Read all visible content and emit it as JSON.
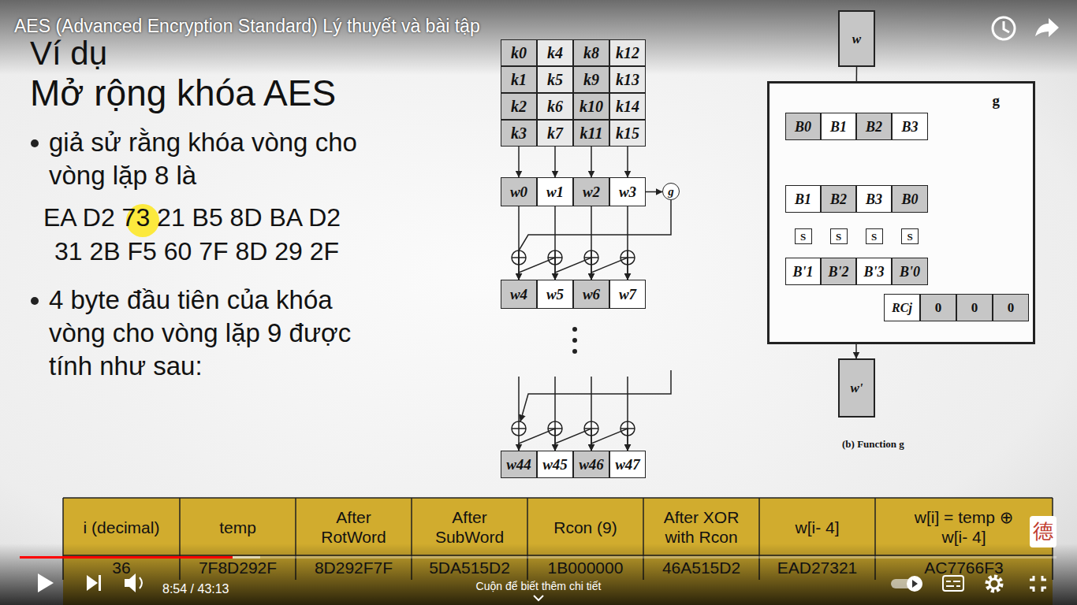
{
  "diagram": {
    "title": "Mở rộng khóa AES",
    "caption": "(b) Function g",
    "nodes": [
      {
        "text": [
          "k0"
        ]
      },
      {
        "text": [
          "k4"
        ]
      },
      {
        "text": [
          "k8"
        ]
      },
      {
        "text": [
          "k12"
        ]
      },
      {
        "text": [
          "k1"
        ]
      },
      {
        "text": [
          "k5"
        ]
      },
      {
        "text": [
          "k9"
        ]
      },
      {
        "text": [
          "k13"
        ]
      },
      {
        "text": [
          "k2"
        ]
      },
      {
        "text": [
          "k6"
        ]
      },
      {
        "text": [
          "k10"
        ]
      },
      {
        "text": [
          "k14"
        ]
      },
      {
        "text": [
          "k3"
        ]
      },
      {
        "text": [
          "k7"
        ]
      },
      {
        "text": [
          "k11"
        ]
      },
      {
        "text": [
          "k15"
        ]
      },
      {
        "text": [
          "w0"
        ]
      },
      {
        "text": [
          "w1"
        ]
      },
      {
        "text": [
          "w2"
        ]
      },
      {
        "text": [
          "w3"
        ]
      },
      {
        "text": [
          "g"
        ]
      },
      {
        "text": [
          "w4"
        ]
      },
      {
        "text": [
          "w5"
        ]
      },
      {
        "text": [
          "w6"
        ]
      },
      {
        "text": [
          "w7"
        ]
      },
      {
        "text": [
          "w44"
        ]
      },
      {
        "text": [
          "w45"
        ]
      },
      {
        "text": [
          "w46"
        ]
      },
      {
        "text": [
          "w47"
        ]
      },
      {
        "text": [
          "w"
        ]
      },
      {
        "text": [
          "g"
        ]
      },
      {
        "text": [
          "B0"
        ],
        "in": 30
      },
      {
        "text": [
          "B1"
        ],
        "in": 30
      },
      {
        "text": [
          "B2"
        ],
        "in": 30
      },
      {
        "text": [
          "B3"
        ],
        "in": 30
      },
      {
        "text": [
          "B1"
        ],
        "in": 30
      },
      {
        "text": [
          "B2"
        ],
        "in": 30
      },
      {
        "text": [
          "B3"
        ],
        "in": 30
      },
      {
        "text": [
          "B0"
        ],
        "in": 30
      },
      {
        "text": [
          "S"
        ],
        "in": 30
      },
      {
        "text": [
          "S"
        ],
        "in": 30
      },
      {
        "text": [
          "S"
        ],
        "in": 30
      },
      {
        "text": [
          "S"
        ],
        "in": 30
      },
      {
        "text": [
          "B'1"
        ],
        "in": 30
      },
      {
        "text": [
          "B'2"
        ],
        "in": 30
      },
      {
        "text": [
          "B'3"
        ],
        "in": 30
      },
      {
        "text": [
          "B'0"
        ],
        "in": 30
      },
      {
        "text": [
          "RCj"
        ],
        "in": 30
      },
      {
        "text": [
          "0"
        ],
        "in": 30
      },
      {
        "text": [
          "0"
        ],
        "in": 30
      },
      {
        "text": [
          "0"
        ],
        "in": 30
      },
      {
        "text": [
          "w'"
        ]
      }
    ],
    "edges": [
      {
        "from": 12,
        "to": 16,
        "arrow": "to"
      },
      {
        "from": 13,
        "to": 17,
        "arrow": "to"
      },
      {
        "from": 14,
        "to": 18,
        "arrow": "to"
      },
      {
        "from": 15,
        "to": 19,
        "arrow": "to"
      },
      {
        "from": 19,
        "to": 20,
        "arrow": "to"
      },
      {
        "from": 16,
        "to": 21,
        "arrow": "to"
      },
      {
        "from": 17,
        "to": 22,
        "arrow": "to"
      },
      {
        "from": 18,
        "to": 23,
        "arrow": "to"
      },
      {
        "from": 19,
        "to": 24,
        "arrow": "to"
      },
      {
        "from": 20,
        "to": 21,
        "arrow": "to"
      },
      {
        "from": 21,
        "to": 22,
        "arrow": "to"
      },
      {
        "from": 22,
        "to": 23,
        "arrow": "to"
      },
      {
        "from": 23,
        "to": 24,
        "arrow": "to"
      },
      {
        "from": 25,
        "to": 26,
        "arrow": "to"
      },
      {
        "from": 26,
        "to": 27,
        "arrow": "to"
      },
      {
        "from": 27,
        "to": 28,
        "arrow": "to"
      },
      {
        "from": 29,
        "to": 32,
        "arrow": "to"
      },
      {
        "from": 35,
        "to": 39,
        "arrow": "to"
      },
      {
        "from": 36,
        "to": 40,
        "arrow": "to"
      },
      {
        "from": 37,
        "to": 41,
        "arrow": "to"
      },
      {
        "from": 38,
        "to": 42,
        "arrow": "to"
      },
      {
        "from": 39,
        "to": 43,
        "arrow": "to"
      },
      {
        "from": 40,
        "to": 44,
        "arrow": "to"
      },
      {
        "from": 41,
        "to": 45,
        "arrow": "to"
      },
      {
        "from": 42,
        "to": 46,
        "arrow": "to"
      },
      {
        "from": 44,
        "to": 51,
        "arrow": "to"
      }
    ],
    "labels": [
      "AES (Advanced Encryption Standard) Lý thuyết và bài tập",
      "Ví dụ",
      "giả sử rằng khóa vòng cho vòng lặp 8 là",
      "EA D2 73 21 B5 8D BA D2",
      "31 2B F5 60 7F 8D 29 2F",
      "4 byte đầu tiên của khóa vòng cho vòng lặp 9 được tính như sau:",
      "i (decimal)",
      "temp",
      "After RotWord",
      "After SubWord",
      "Rcon (9)",
      "After XOR with Rcon",
      "w[i- 4]",
      "w[i] = temp ⊕ w[i- 4]",
      "36",
      "7F8D292F",
      "8D292F7F",
      "5DA515D2",
      "1B000000",
      "46A515D2",
      "EAD27321",
      "AC7766F3",
      "德",
      "8:54 / 43:13",
      "Cuộn để biết thêm chi tiết"
    ]
  }
}
